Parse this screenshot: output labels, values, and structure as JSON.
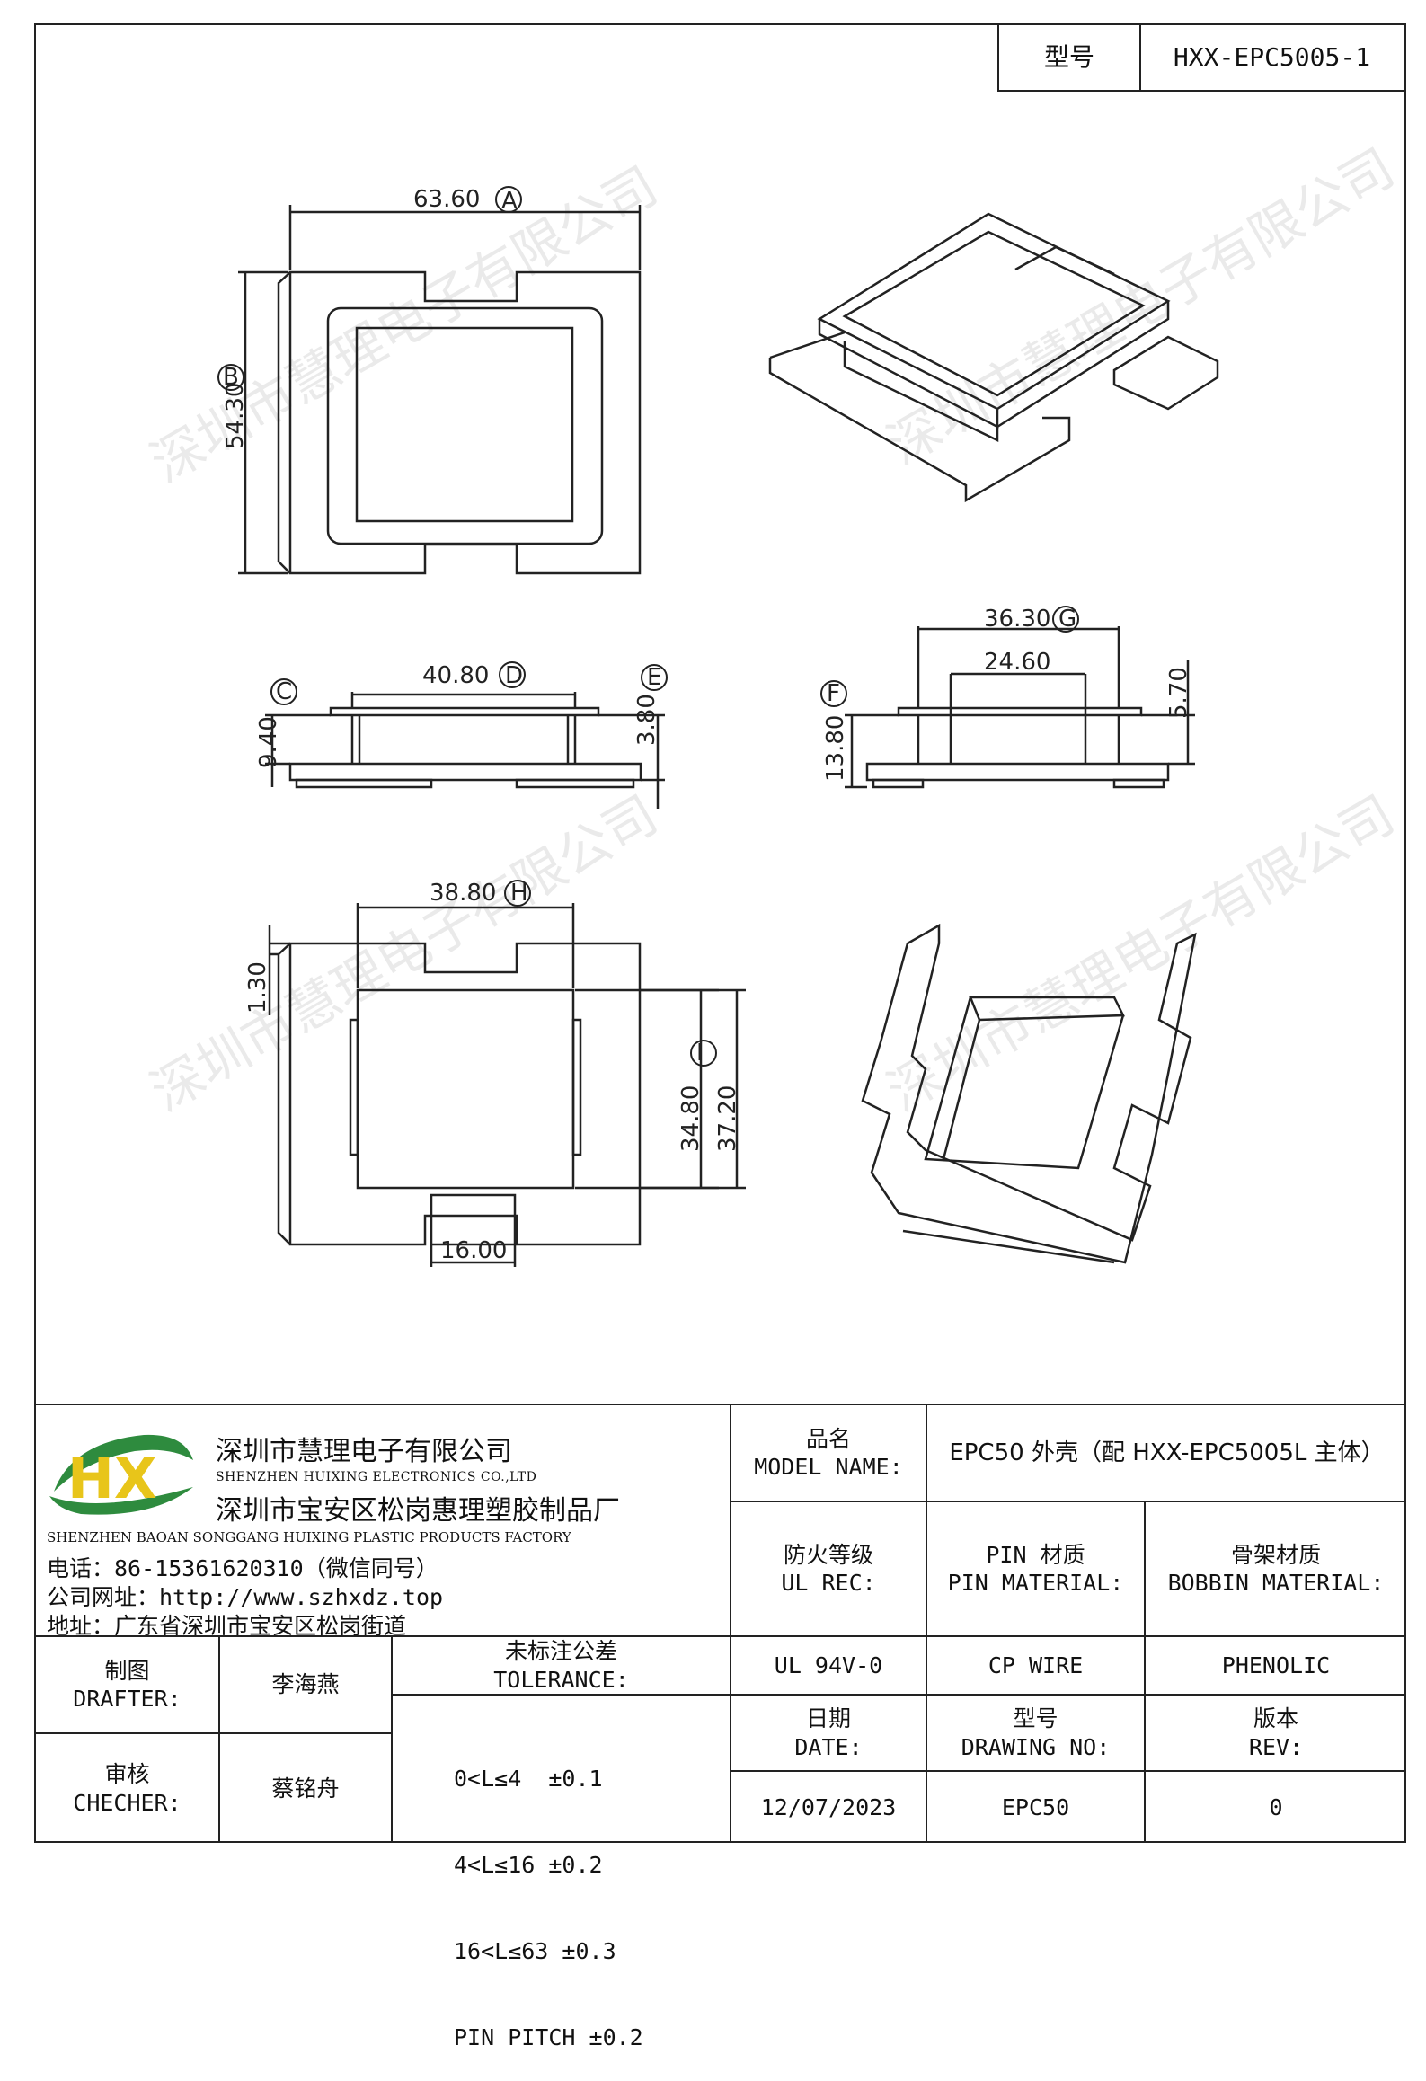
{
  "header": {
    "model_label": "型号",
    "model_value": "HXX-EPC5005-1"
  },
  "dimensions": {
    "A": "63.60",
    "A_tag": "A",
    "B": "54.30",
    "B_tag": "B",
    "C": "9.40",
    "C_tag": "C",
    "D": "40.80",
    "D_tag": "D",
    "E": "3.80",
    "E_tag": "E",
    "F": "13.80",
    "F_tag": "F",
    "G": "36.30",
    "G_tag": "G",
    "inner_width": "24.60",
    "pin_height": "5.70",
    "H": "38.80",
    "H_tag": "H",
    "offset": "1.30",
    "I": "34.80",
    "I_tag": "I",
    "outer_height": "37.20",
    "tab_width": "16.00"
  },
  "watermark": "深圳市慧理电子有限公司",
  "company": {
    "logo_text": "HX",
    "name_cn": "深圳市慧理电子有限公司",
    "name_en": "SHENZHEN HUIXING ELECTRONICS CO.,LTD",
    "factory_cn": "深圳市宝安区松岗惠理塑胶制品厂",
    "factory_en": "SHENZHEN BAOAN SONGGANG HUIXING PLASTIC PRODUCTS FACTORY",
    "phone": "电话：86-15361620310（微信同号）",
    "website": "公司网址：http://www.szhxdz.top",
    "address": "地址：广东省深圳市宝安区松岗街道"
  },
  "title_block": {
    "product_name_label_cn": "品名",
    "product_name_label_en": "MODEL NAME:",
    "product_name_value": "EPC50 外壳（配 HXX-EPC5005L 主体）",
    "ul_label_cn": "防火等级",
    "ul_label_en": "UL REC:",
    "pin_label_cn": "PIN 材质",
    "pin_label_en": "PIN MATERIAL:",
    "bobbin_label_cn": "骨架材质",
    "bobbin_label_en": "BOBBIN MATERIAL:",
    "ul_value": "UL 94V-0",
    "pin_value": "CP WIRE",
    "bobbin_value": "PHENOLIC",
    "drafter_label_cn": "制图",
    "drafter_label_en": "DRAFTER:",
    "drafter_value": "李海燕",
    "checker_label_cn": "审核",
    "checker_label_en": "CHECHER:",
    "checker_value": "蔡铭舟",
    "tolerance_label_cn": "未标注公差",
    "tolerance_label_en": "TOLERANCE:",
    "tolerances": [
      "0<L≤4  ±0.1",
      "4<L≤16 ±0.2",
      "16<L≤63 ±0.3",
      "PIN PITCH ±0.2"
    ],
    "date_label_cn": "日期",
    "date_label_en": "DATE:",
    "date_value": "12/07/2023",
    "drawing_no_label_cn": "型号",
    "drawing_no_label_en": "DRAWING NO:",
    "drawing_no_value": "EPC50",
    "rev_label_cn": "版本",
    "rev_label_en": "REV:",
    "rev_value": "0"
  }
}
